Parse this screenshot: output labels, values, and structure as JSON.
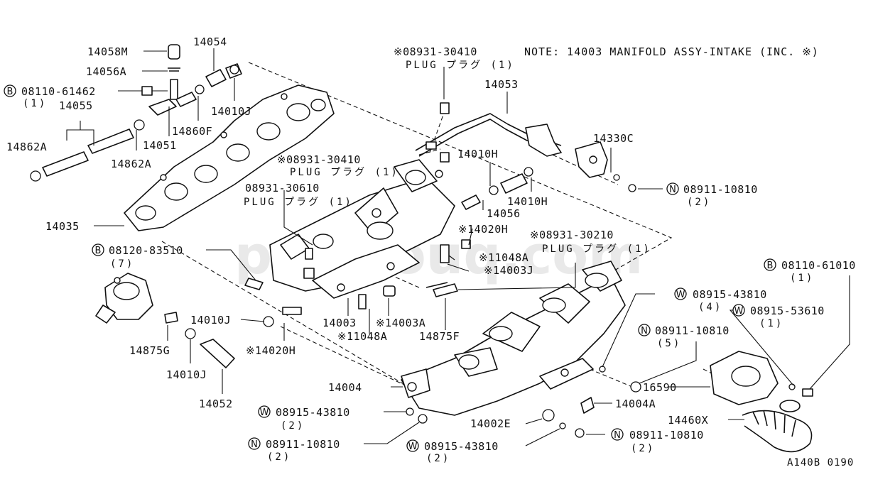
{
  "note": "NOTE: 14003 MANIFOLD ASSY-INTAKE (INC. ※)",
  "diagram_code": "A140B 0190",
  "watermark": "partsouq.com",
  "labels": {
    "p14058M": "14058M",
    "p14056A": "14056A",
    "p14054": "14054",
    "b08110_61462": "08110-61462",
    "b08110_61462_qty": "(1)",
    "p14055": "14055",
    "p14010J_top": "14010J",
    "p14860F": "14860F",
    "p14051": "14051",
    "p14862A_left": "14862A",
    "p14862A_mid": "14862A",
    "p14035": "14035",
    "plug1_code": "※08931-30410",
    "plug1_text": "PLUG プラグ (1)",
    "p14053": "14053",
    "p14330C": "14330C",
    "plug2_code": "※08931-30410",
    "plug2_text": "PLUG プラグ (1)",
    "p14010H_a": "14010H",
    "p14010H_b": "14010H",
    "p14056": "14056",
    "n08911_10810_a": "08911-10810",
    "n08911_10810_a_qty": "(2)",
    "plug3_code": "08931-30610",
    "plug3_text": "PLUG プラグ (1)",
    "p14020H_a": "※14020H",
    "plug4_code": "※08931-30210",
    "plug4_text": "PLUG プラグ (1)",
    "p11048A_a": "※11048A",
    "p14003J": "※14003J",
    "b08120_83510": "08120-83510",
    "b08120_83510_qty": "(7)",
    "p14010J_low": "14010J",
    "p14875G": "14875G",
    "p14010J_bot": "14010J",
    "p14052": "14052",
    "p14020H_b": "※14020H",
    "p14003": "14003",
    "p11048A_b": "※11048A",
    "p14003A": "※14003A",
    "p14875F": "14875F",
    "b08110_61010": "08110-61010",
    "b08110_61010_qty": "(1)",
    "w08915_43810_a": "08915-43810",
    "w08915_43810_a_qty": "(4)",
    "w08915_53610": "08915-53610",
    "w08915_53610_qty": "(1)",
    "n08911_10810_b": "08911-10810",
    "n08911_10810_b_qty": "(5)",
    "p14004": "14004",
    "p16590": "16590",
    "p14004A": "14004A",
    "w08915_43810_b": "08915-43810",
    "w08915_43810_b_qty": "(2)",
    "p14460X": "14460X",
    "p14002E": "14002E",
    "n08911_10810_c": "08911-10810",
    "n08911_10810_c_qty": "(2)",
    "w08915_43810_c": "08915-43810",
    "w08915_43810_c_qty": "(2)",
    "n08911_10810_d": "08911-10810",
    "n08911_10810_d_qty": "(2)"
  },
  "markers": {
    "bolt": "B",
    "nut": "N",
    "washer": "W"
  }
}
